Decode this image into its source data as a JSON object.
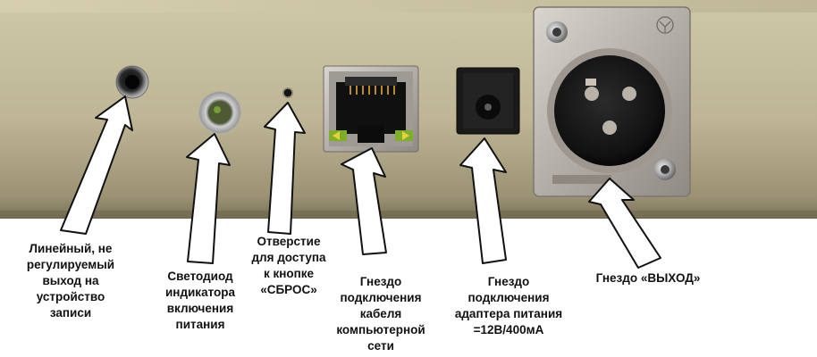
{
  "colors": {
    "panel_top": "#c7bf9e",
    "panel_bottom": "#8d8466",
    "metal": "#b9b4ad",
    "led_green": "#8fd43a"
  },
  "icons": [
    "audio-jack-icon",
    "led-indicator-icon",
    "reset-hole-icon",
    "rj45-port-icon",
    "dc-power-jack-icon",
    "xlr-connector-icon"
  ],
  "labels": {
    "line_out": [
      "Линейный, не",
      "регулируемый",
      "выход на",
      "устройство",
      "записи"
    ],
    "led": [
      "Светодиод",
      "индикатора",
      "включения",
      "питания"
    ],
    "reset": [
      "Отверстие",
      "для доступа",
      "к кнопке",
      "«СБРОС»"
    ],
    "network": [
      "Гнездо",
      "подключения",
      "кабеля",
      "компьютерной",
      "сети"
    ],
    "power": [
      "Гнездо",
      "подключения",
      "адаптера питания",
      "=12В/400мА"
    ],
    "output": [
      "Гнездо «ВЫХОД»"
    ]
  }
}
